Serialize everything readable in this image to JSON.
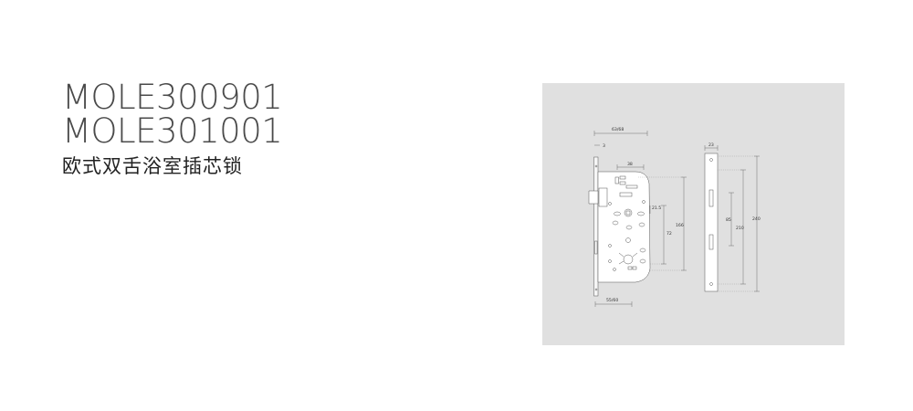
{
  "header": {
    "model_1": "MOLE300901",
    "model_2": "MOLE301001",
    "product_name": "欧式双舌浴室插芯锁"
  },
  "diagram": {
    "dims": {
      "top_width": "63/68",
      "backset_small": "3",
      "inner_width": "38",
      "handle_offset": "21.5",
      "center_distance": "72",
      "body_height": "166",
      "bottom_width": "55/60",
      "strike_width": "23",
      "strike_inner": "85",
      "strike_mid": "210",
      "strike_total": "240"
    }
  }
}
